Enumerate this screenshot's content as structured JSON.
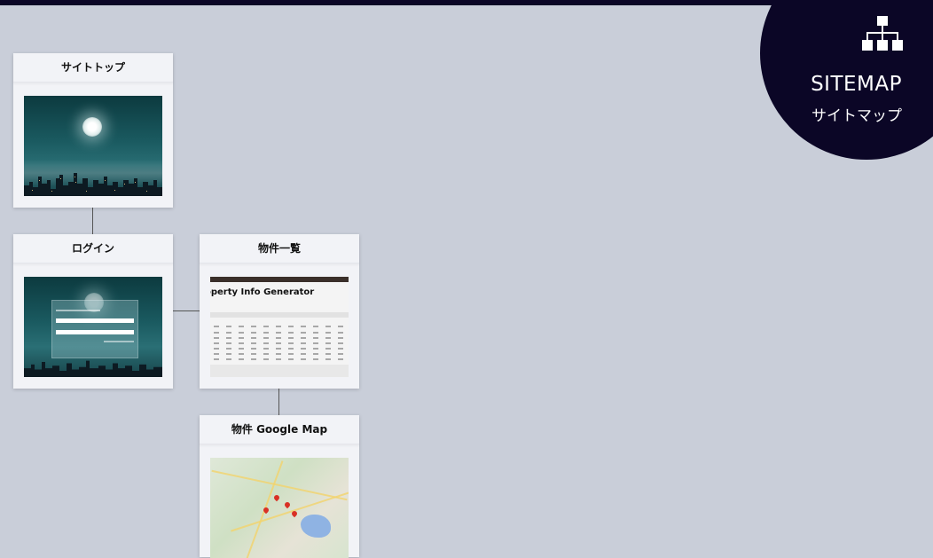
{
  "badge": {
    "title_en": "SITEMAP",
    "title_jp": "サイトマップ",
    "icon": "sitemap-icon"
  },
  "cards": {
    "site_top": {
      "title": "サイトトップ"
    },
    "login": {
      "title": "ログイン"
    },
    "property_list": {
      "title": "物件一覧",
      "screenshot_heading": "operty Info Generator"
    },
    "property_map": {
      "title": "物件 Google Map"
    }
  },
  "colors": {
    "background": "#c9ced9",
    "navy": "#0b0626",
    "card": "#f2f3f7",
    "connector": "#555555"
  }
}
